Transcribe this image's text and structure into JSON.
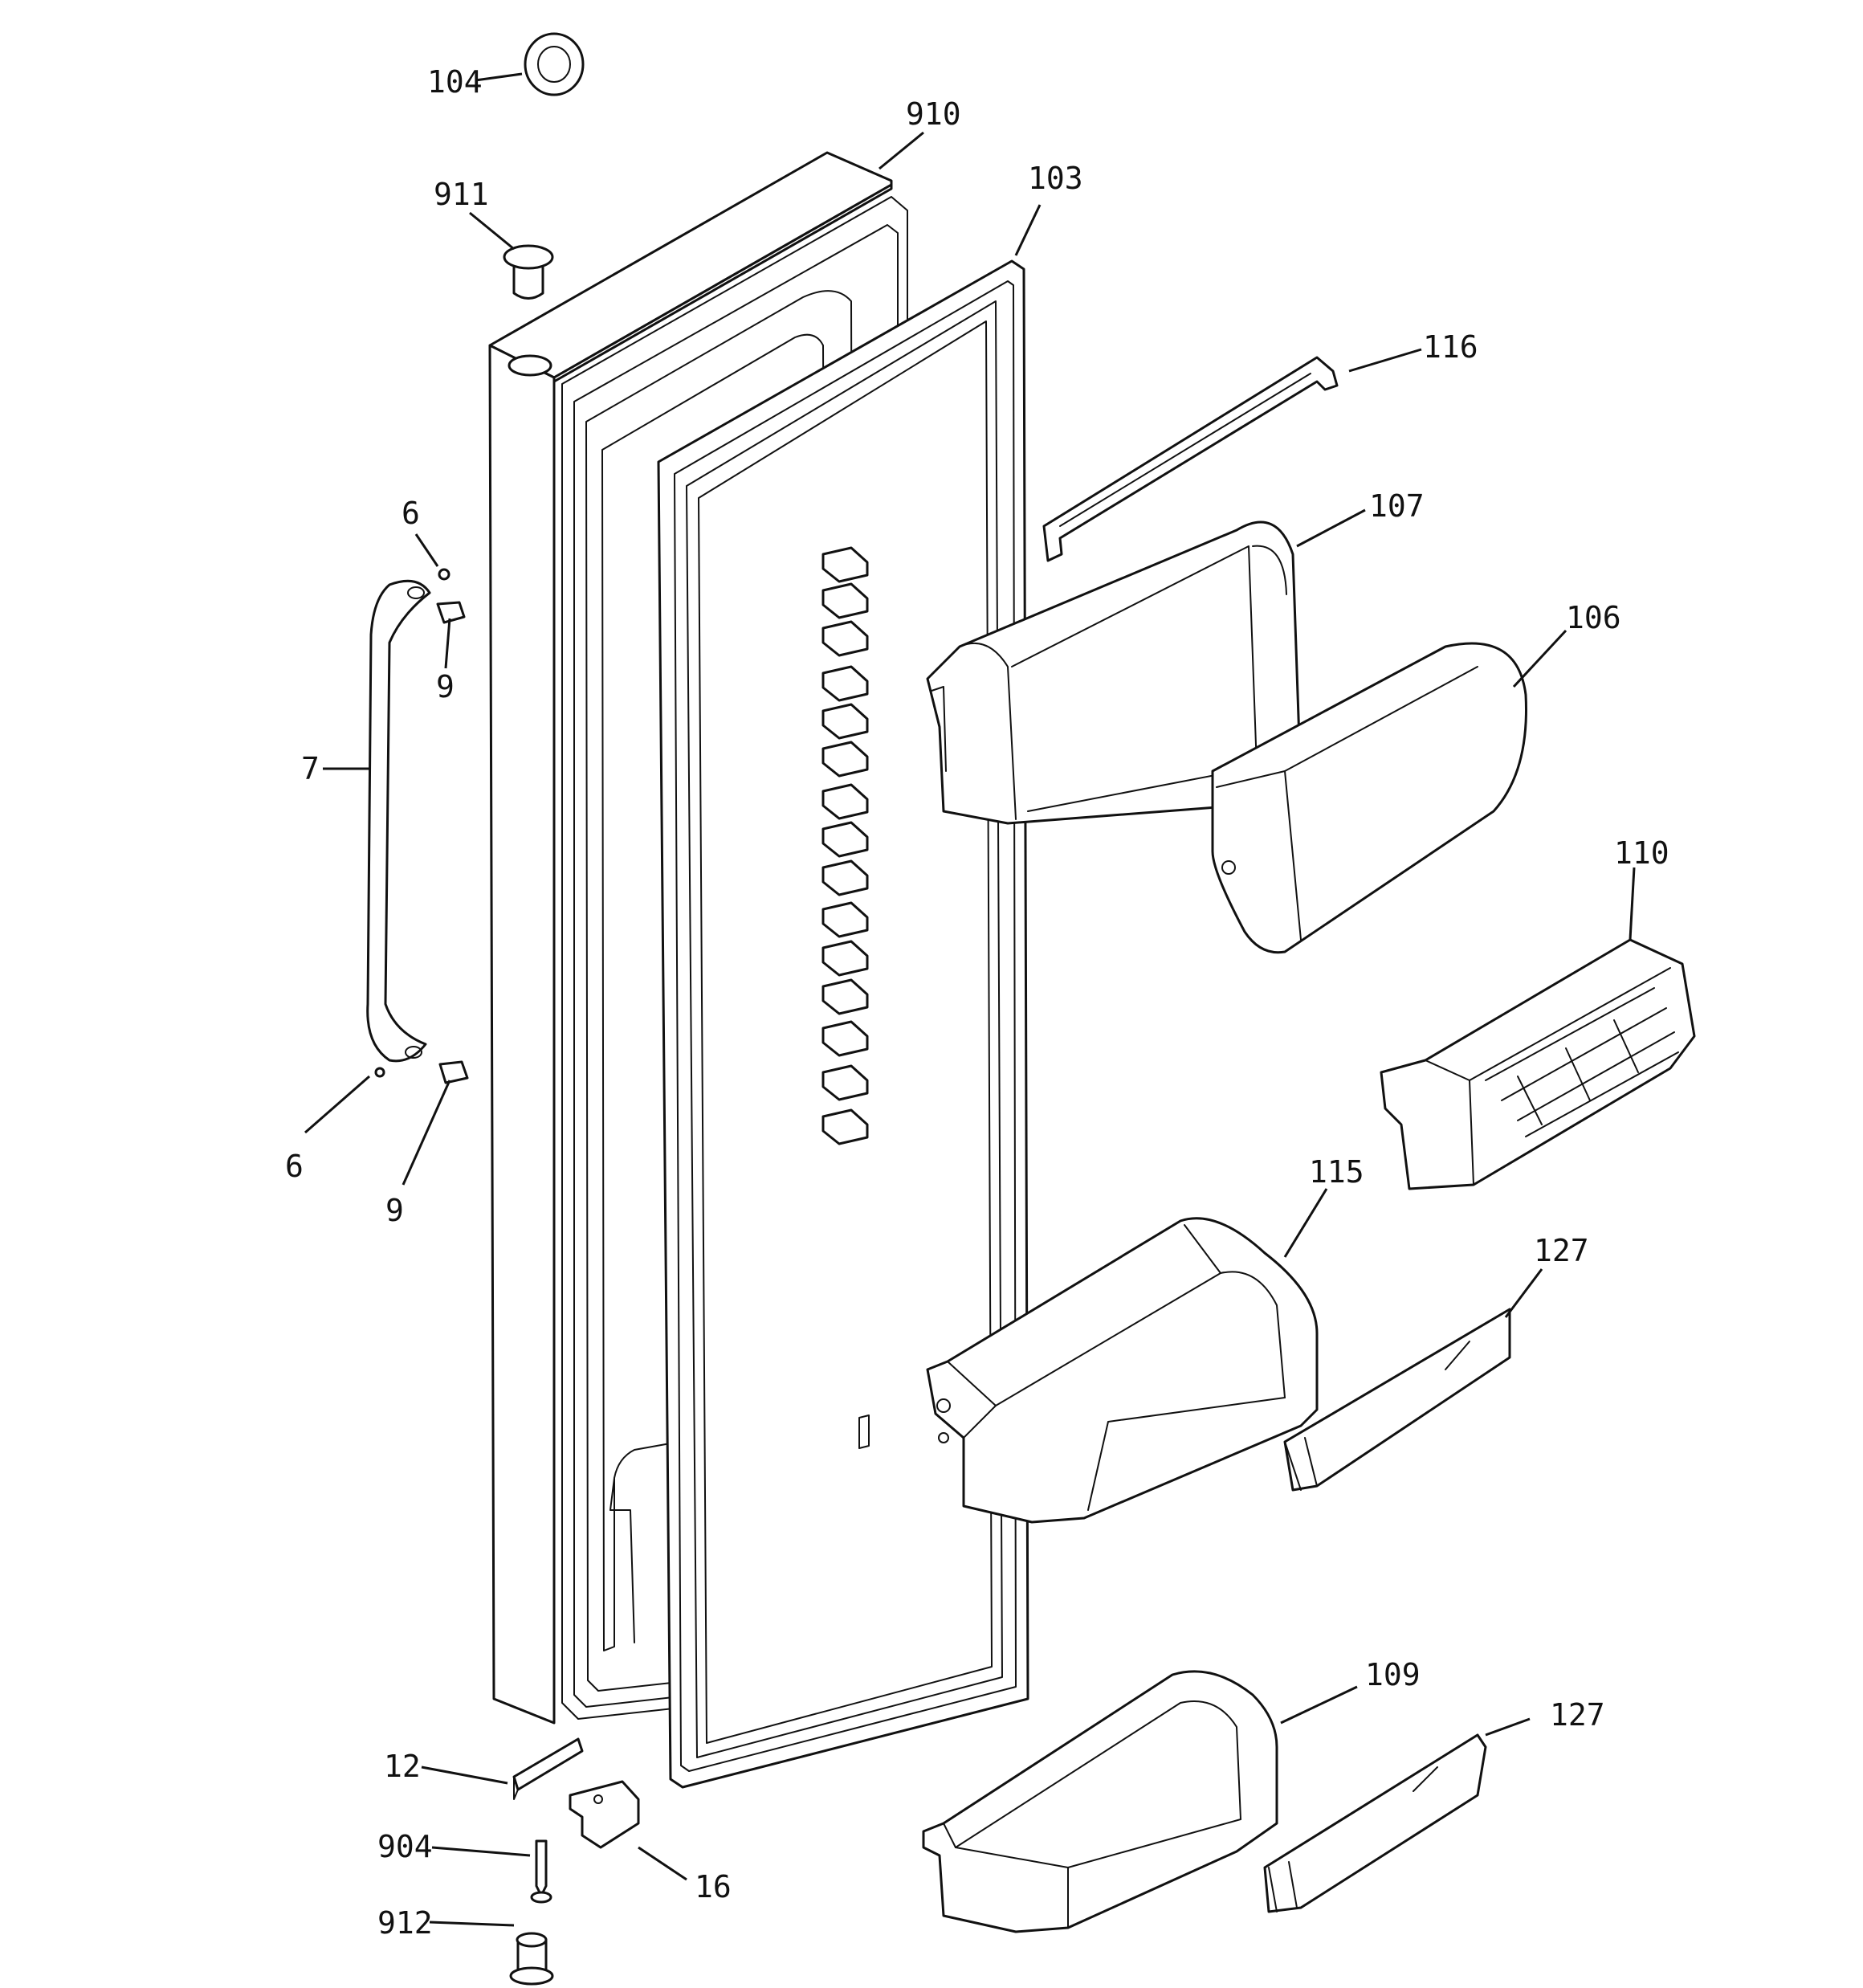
{
  "colors": {
    "ink": "#111111",
    "paper": "#ffffff"
  },
  "callouts": {
    "c104": "104",
    "c910": "910",
    "c103": "103",
    "c911": "911",
    "c116": "116",
    "c6_top": "6",
    "c9_top": "9",
    "c107": "107",
    "c106": "106",
    "c7": "7",
    "c110": "110",
    "c6_bottom": "6",
    "c9_bottom": "9",
    "c115": "115",
    "c127_top": "127",
    "c109": "109",
    "c127_bottom": "127",
    "c12": "12",
    "c904": "904",
    "c16": "16",
    "c912": "912"
  }
}
